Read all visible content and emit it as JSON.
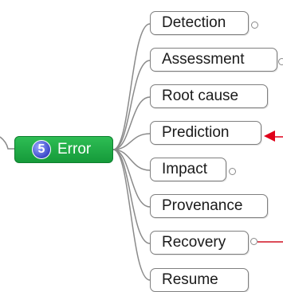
{
  "central": {
    "badge": "5",
    "label": "Error",
    "fill": "#1faa45"
  },
  "topics": [
    {
      "label": "Detection",
      "collapsed": true
    },
    {
      "label": "Assessment",
      "collapsed": true
    },
    {
      "label": "Root cause",
      "collapsed": false
    },
    {
      "label": "Prediction",
      "collapsed": false
    },
    {
      "label": "Impact",
      "collapsed": true
    },
    {
      "label": "Provenance",
      "collapsed": false
    },
    {
      "label": "Recovery",
      "collapsed": true
    },
    {
      "label": "Resume",
      "collapsed": false
    }
  ],
  "relationships": [
    {
      "target": "Prediction",
      "style": "red arrow",
      "color": "#e0001a"
    },
    {
      "source": "Recovery",
      "style": "red line",
      "color": "#d01020"
    }
  ],
  "colors": {
    "branch_line": "#7f7f7f",
    "node_border": "#7f7f7f",
    "relationship": "#e0001a"
  }
}
